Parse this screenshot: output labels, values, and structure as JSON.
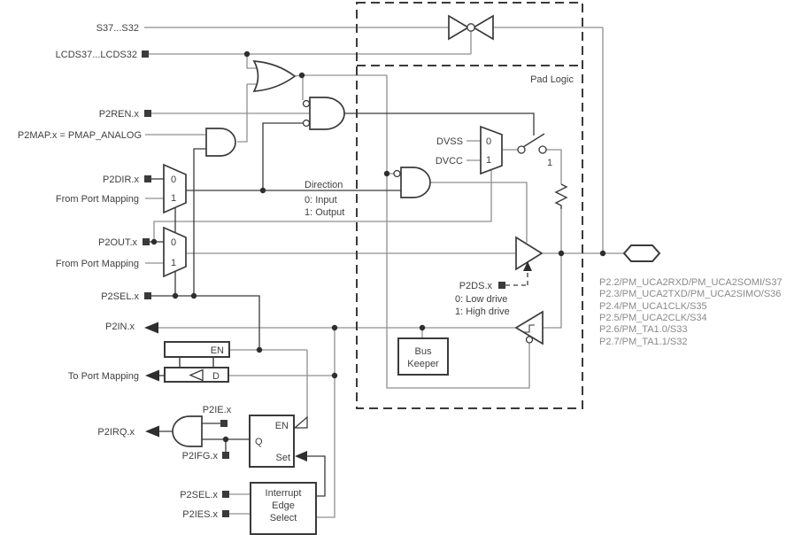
{
  "region": {
    "pad_logic": "Pad Logic"
  },
  "left_labels": {
    "s": "S37...S32",
    "lcds": "LCDS37...LCDS32",
    "p2ren": "P2REN.x",
    "p2map": "P2MAP.x = PMAP_ANALOG",
    "p2dir": "P2DIR.x",
    "from_port_mapping_1": "From Port Mapping",
    "p2out": "P2OUT.x",
    "from_port_mapping_2": "From Port Mapping",
    "p2sel": "P2SEL.x",
    "p2in": "P2IN.x",
    "to_port_mapping": "To Port Mapping",
    "p2irq": "P2IRQ.x",
    "p2ie": "P2IE.x",
    "p2ifg": "P2IFG.x",
    "p2sel_b": "P2SEL.x",
    "p2ies": "P2IES.x"
  },
  "mux": {
    "zero": "0",
    "one": "1"
  },
  "supplies": {
    "dvss": "DVSS",
    "dvcc": "DVCC"
  },
  "switch_label": "1",
  "direction_note": {
    "l1": "Direction",
    "l2": "0: Input",
    "l3": "1: Output"
  },
  "drive_note": {
    "l1": "P2DS.x",
    "l2": "0: Low drive",
    "l3": "1: High drive"
  },
  "bus_keeper": {
    "l1": "Bus",
    "l2": "Keeper"
  },
  "latch": {
    "en": "EN",
    "d": "D"
  },
  "flipflop": {
    "en": "EN",
    "q": "Q",
    "set": "Set"
  },
  "interrupt_box": {
    "l1": "Interrupt",
    "l2": "Edge",
    "l3": "Select"
  },
  "pins": [
    "P2.2/PM_UCA2RXD/PM_UCA2SOMI/S37",
    "P2.3/PM_UCA2TXD/PM_UCA2SIMO/S36",
    "P2.4/PM_UCA1CLK/S35",
    "P2.5/PM_UCA2CLK/S34",
    "P2.6/PM_TA1.0/S33",
    "P2.7/PM_TA1.1/S32"
  ]
}
